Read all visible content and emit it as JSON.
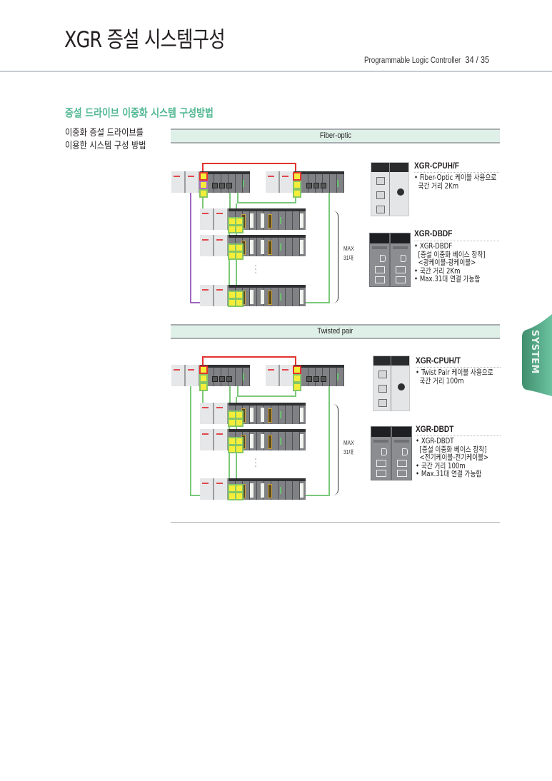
{
  "header": {
    "title": "XGR 증설 시스템구성",
    "subtitle": "Programmable Logic Controller",
    "page_number": "34 / 35"
  },
  "section": {
    "heading": "증설 드라이브 이중화 시스템 구성방법",
    "description_lines": [
      "이중화 증설 드라이브를",
      "이용한 시스템 구성 방법"
    ]
  },
  "diagrams": [
    {
      "band_label": "Fiber-optic",
      "max_label": "MAX",
      "max_count": "31대",
      "products": [
        {
          "name": "XGR-CPUH/F",
          "lines": [
            "• Fiber-Optic 케이블 사용으로",
            "  국간 거리 2Km"
          ]
        },
        {
          "name": "XGR-DBDF",
          "lines": [
            "• XGR-DBDF",
            "  [증설 이중화 베이스 장착]",
            "  <광케이블-광케이블>",
            "• 국간 거리 2Km",
            "• Max.31대 연결 가능함"
          ]
        }
      ]
    },
    {
      "band_label": "Twisted pair",
      "max_label": "MAX",
      "max_count": "31대",
      "products": [
        {
          "name": "XGR-CPUH/T",
          "lines": [
            "• Twist Pair 케이블 사용으로",
            "  국간 거리 100m"
          ]
        },
        {
          "name": "XGR-DBDT",
          "lines": [
            "• XGR-DBDT",
            "  [증설 이중화 베이스 장착]",
            "  <전기케이블-전기케이블>",
            "• 국간 거리 100m",
            "• Max.31대 연결 가능함"
          ]
        }
      ]
    }
  ],
  "side_tab": {
    "label": "SYSTEM",
    "color": "#4fa582"
  },
  "colors": {
    "accent_green": "#52b893",
    "band_fill": "#dff0e8",
    "wire_red": "#e3342f",
    "wire_green": "#7bc87b",
    "wire_purple": "#a066c0",
    "port_yellow": "#f4ee3a"
  }
}
